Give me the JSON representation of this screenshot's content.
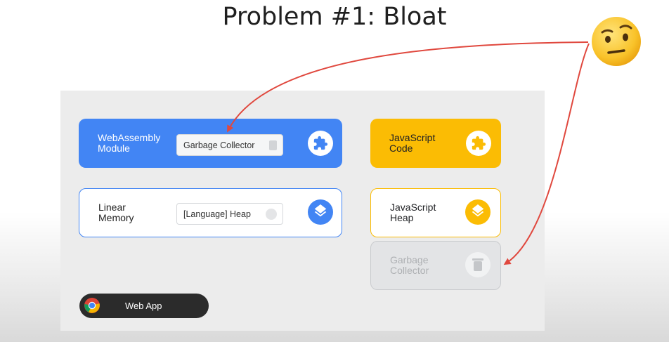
{
  "title": "Problem #1: Bloat",
  "panel": {
    "wasm_module": {
      "label": "WebAssembly\nModule",
      "chip": "Garbage Collector"
    },
    "linear_memory": {
      "label": "Linear\nMemory",
      "chip": "[Language] Heap"
    },
    "js_code": {
      "label": "JavaScript\nCode"
    },
    "js_heap": {
      "label": "JavaScript\nHeap"
    },
    "garbage_collector": {
      "label": "Garbage\nCollector"
    },
    "web_app": {
      "label": "Web App"
    }
  },
  "colors": {
    "wasm_blue": "#4285f4",
    "js_yellow": "#fbbc04",
    "arrow_red": "#e0483e",
    "disabled_gray": "#aeb0b3"
  },
  "icons": [
    "puzzle-icon",
    "layers-icon",
    "trash-icon",
    "chrome-icon",
    "raised-eyebrow-emoji"
  ]
}
